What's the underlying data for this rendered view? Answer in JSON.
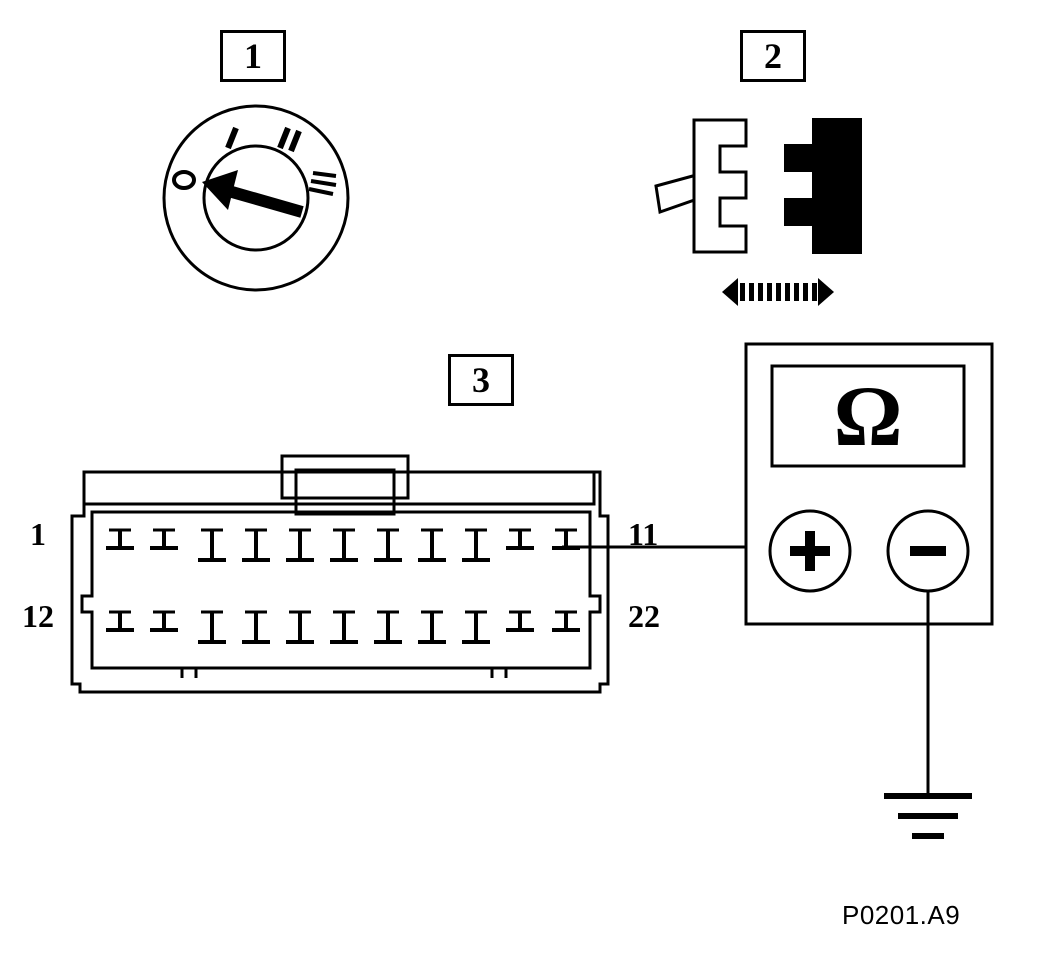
{
  "steps": {
    "step1": "1",
    "step2": "2",
    "step3": "3"
  },
  "ignition_switch": {
    "positions": [
      "I",
      "II",
      "III"
    ]
  },
  "connector": {
    "pin_first_top": "1",
    "pin_last_top": "11",
    "pin_first_bottom": "12",
    "pin_last_bottom": "22"
  },
  "multimeter": {
    "symbol": "Ω",
    "positive": "+",
    "negative": "−"
  },
  "reference_code": "P0201.A9"
}
